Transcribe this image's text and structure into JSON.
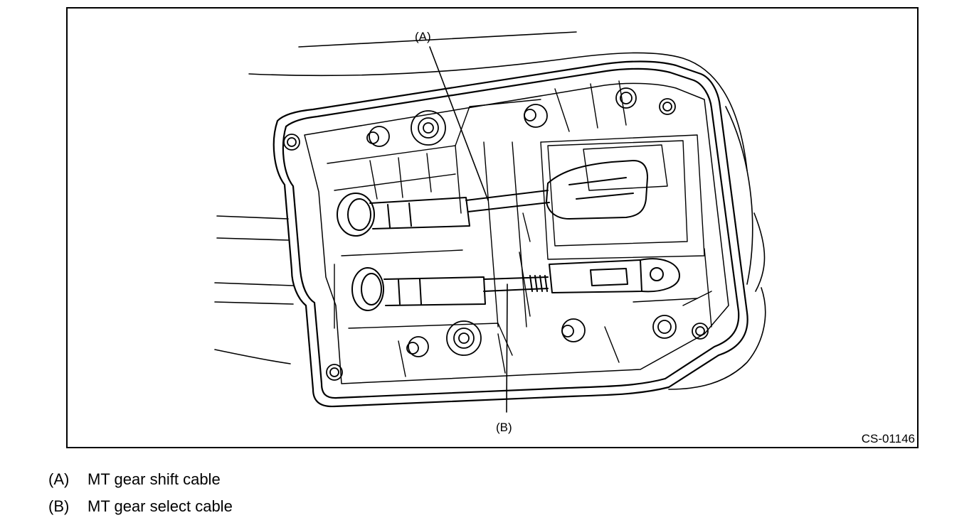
{
  "figure": {
    "callouts": {
      "a": "(A)",
      "b": "(B)"
    },
    "code": "CS-01146"
  },
  "legend": {
    "items": [
      {
        "key": "(A)",
        "text": "MT gear shift cable"
      },
      {
        "key": "(B)",
        "text": "MT gear select cable"
      }
    ]
  }
}
